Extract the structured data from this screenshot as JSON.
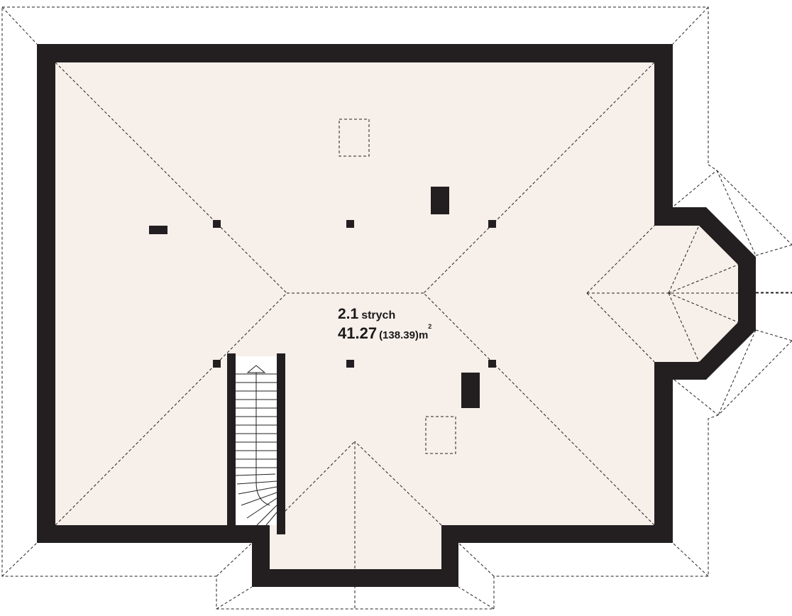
{
  "room": {
    "number": "2.1",
    "name": "strych",
    "area": "41.27",
    "total_area": "(138.39)",
    "unit": "m",
    "unit_power": "2"
  },
  "colors": {
    "wall": "#231f20",
    "floor": "#f7efea",
    "dashed_line": "#231f20",
    "background": "#ffffff"
  }
}
